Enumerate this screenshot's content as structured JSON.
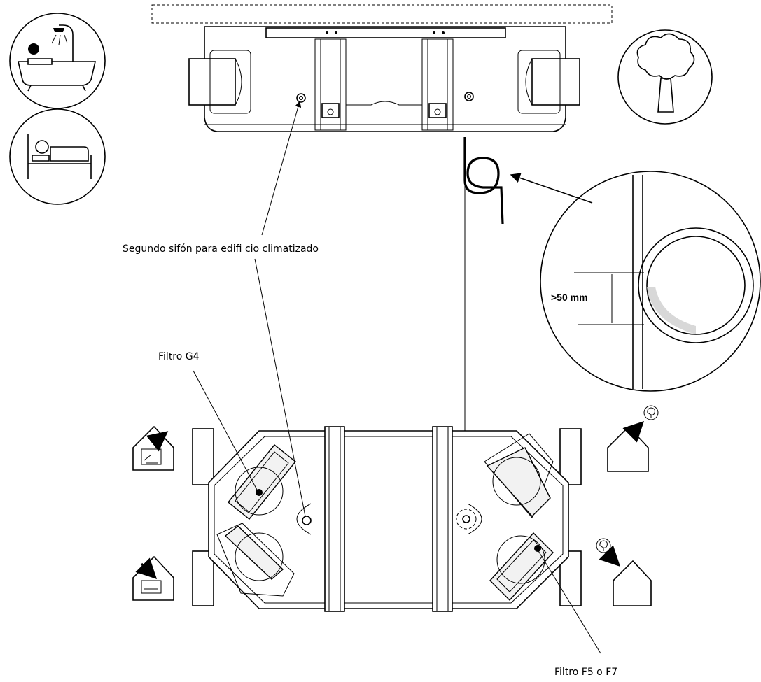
{
  "labels": {
    "second_siphon": "Segundo sifón para edifi cio climatizado",
    "filter_g4": "Filtro G4",
    "filter_f5_f7": "Filtro F5 o F7",
    "dimension": ">50 mm"
  },
  "icons": {
    "top_left_1": "bathroom-shower-icon",
    "top_left_2": "bedroom-bed-icon",
    "top_right": "tree-outdoor-icon",
    "port_top_left": "house-extract-air-icon",
    "port_bottom_left": "house-supply-air-icon",
    "port_top_right": "house-exhaust-outdoor-icon",
    "port_bottom_right": "house-fresh-air-intake-icon"
  }
}
